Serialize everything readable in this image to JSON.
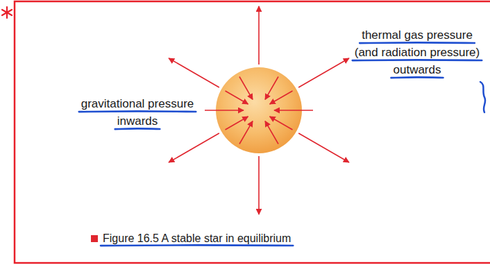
{
  "diagram": {
    "caption": "Figure 16.5 A stable star in equilibrium",
    "labels": [
      "gravitational pressure inwards",
      "thermal gas pressure (and radiation pressure) outwards"
    ]
  }
}
